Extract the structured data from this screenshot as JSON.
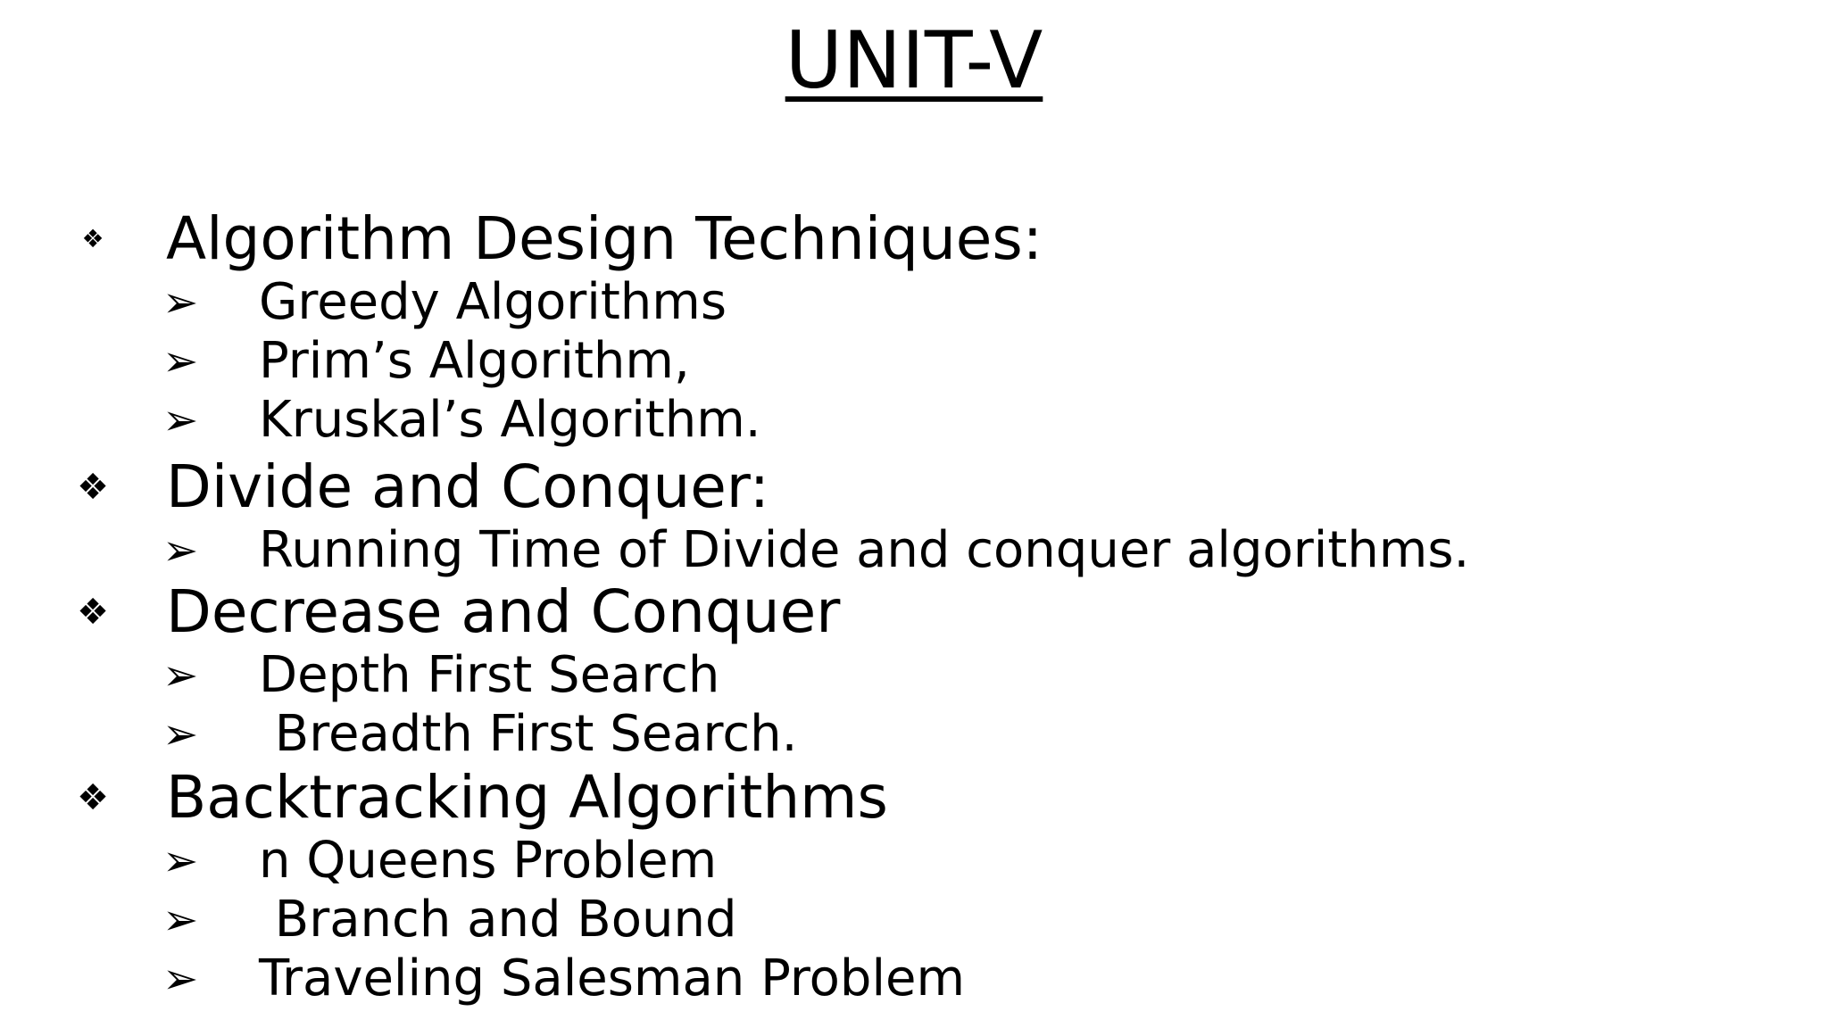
{
  "slide": {
    "title": "UNIT-V",
    "main_bullet_glyph": "❖",
    "sub_bullet_glyph": "➢",
    "sections": [
      {
        "label": "Algorithm Design Techniques:",
        "items": [
          "Greedy Algorithms",
          "Prim’s Algorithm,",
          "Kruskal’s Algorithm."
        ]
      },
      {
        "label": "Divide and Conquer:",
        "items": [
          "Running Time of Divide and conquer algorithms."
        ]
      },
      {
        "label": "Decrease and Conquer",
        "items": [
          "Depth First Search",
          " Breadth First Search."
        ]
      },
      {
        "label": "Backtracking Algorithms",
        "items": [
          "n Queens Problem",
          " Branch and Bound",
          "Traveling Salesman Problem"
        ]
      }
    ]
  }
}
